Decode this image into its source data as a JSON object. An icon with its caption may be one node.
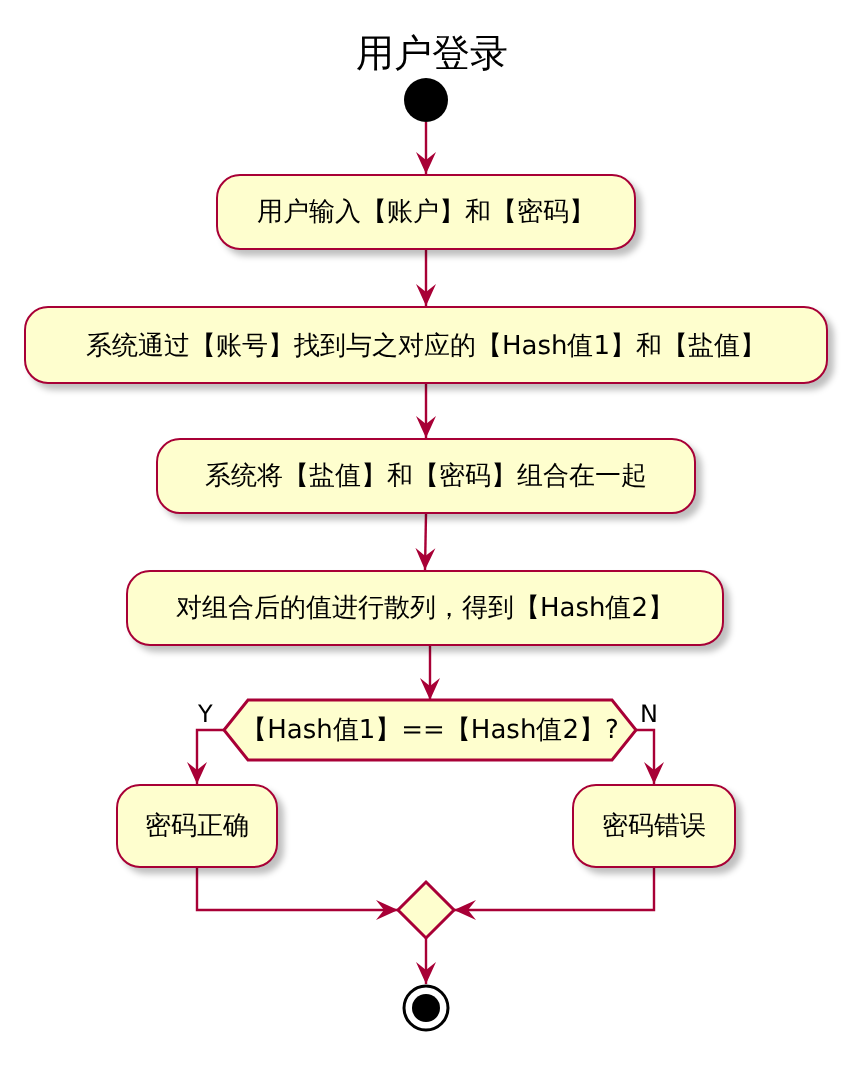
{
  "diagram": {
    "title": "用户登录",
    "nodes": [
      {
        "text": [],
        "shape": "circle"
      },
      {
        "text": [
          "用户输入【账户】和【密码】"
        ]
      },
      {
        "text": [
          "系统通过【账号】找到与之对应的【Hash值1】和【盐值】"
        ]
      },
      {
        "text": [
          "系统将【盐值】和【密码】组合在一起"
        ]
      },
      {
        "text": [
          "对组合后的值进行散列，得到【Hash值2】"
        ]
      },
      {
        "text": [
          "【Hash值1】==【Hash值2】?"
        ]
      },
      {
        "text": [
          "密码正确"
        ]
      },
      {
        "text": [
          "密码错误"
        ]
      },
      {
        "text": [],
        "shape": "diamond"
      },
      {
        "text": [],
        "shape": "circle"
      }
    ],
    "edges": [
      {
        "from": 0,
        "to": 1,
        "arrow": "to"
      },
      {
        "from": 1,
        "to": 2,
        "arrow": "to"
      },
      {
        "from": 2,
        "to": 3,
        "arrow": "to"
      },
      {
        "from": 3,
        "to": 4,
        "arrow": "to"
      },
      {
        "from": 4,
        "to": 5,
        "arrow": "to"
      },
      {
        "from": 5,
        "to": 6,
        "arrow": "to",
        "label": "Y"
      },
      {
        "from": 5,
        "to": 7,
        "arrow": "to",
        "label": "N"
      },
      {
        "from": 6,
        "to": 8,
        "arrow": "to"
      },
      {
        "from": 7,
        "to": 8,
        "arrow": "to"
      },
      {
        "from": 8,
        "to": 9,
        "arrow": "to"
      }
    ]
  }
}
